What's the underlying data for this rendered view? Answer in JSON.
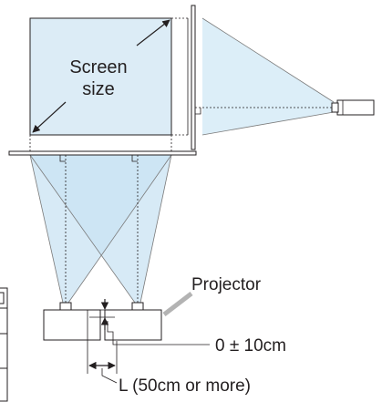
{
  "labels": {
    "screen_size_line1": "Screen",
    "screen_size_line2": "size",
    "projector": "Projector",
    "height_tolerance": "0 ± 10cm",
    "distance": "L (50cm or more)"
  },
  "colors": {
    "screen_fill": "#dcecf6",
    "beam_fill": "#c9e3f3",
    "line": "#231f20",
    "pointer": "#b3b3b3",
    "projector_body": "#ffffff"
  }
}
